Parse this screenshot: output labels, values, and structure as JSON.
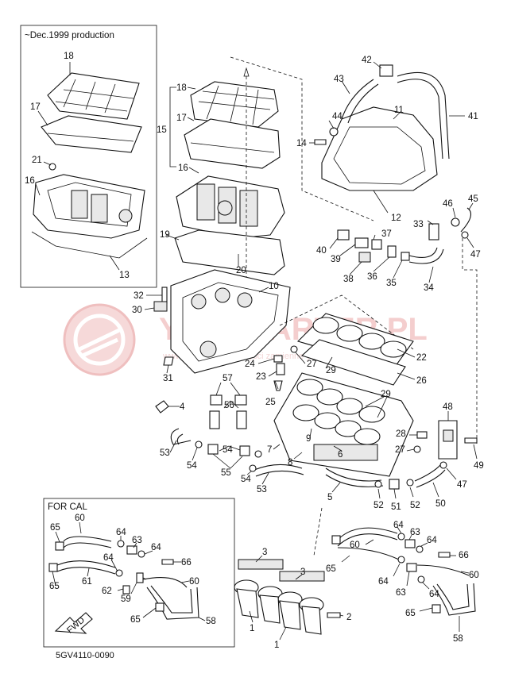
{
  "title_note": "~Dec.1999 production",
  "cal_box_title": "FOR CAL",
  "fwd_label": "FWD",
  "diagram_code": "5GV4110-0090",
  "watermark": {
    "text": "YAMAPARTER.PL",
    "sub": "www.yamaparter.pl części zamienne yamaha",
    "color": "#e7a4a4"
  },
  "callouts": {
    "c18a": "18",
    "c17a": "17",
    "c21": "21",
    "c16a": "16",
    "c13": "13",
    "c18b": "18",
    "c17b": "17",
    "c15": "15",
    "c16b": "16",
    "c19": "19",
    "c20": "20",
    "c32": "32",
    "c30": "30",
    "c10": "10",
    "c31": "31",
    "c42": "42",
    "c43": "43",
    "c11": "11",
    "c41": "41",
    "c44": "44",
    "c14": "14",
    "c12": "12",
    "c45": "45",
    "c46": "46",
    "c33": "33",
    "c47a": "47",
    "c37": "37",
    "c40": "40",
    "c39": "39",
    "c38": "38",
    "c36": "36",
    "c35": "35",
    "c34": "34",
    "c24": "24",
    "c27a": "27",
    "c29a": "29",
    "c22": "22",
    "c26": "26",
    "c23": "23",
    "c25": "25",
    "c57": "57",
    "c56": "56",
    "c4": "4",
    "c29b": "29",
    "c48": "48",
    "c28": "28",
    "c53a": "53",
    "c54a": "54",
    "c55": "55",
    "c54b": "54",
    "c9": "9",
    "c7": "7",
    "c8": "8",
    "c6": "6",
    "c27b": "27",
    "c49": "49",
    "c47b": "47",
    "c53b": "53",
    "c54c": "54",
    "c5": "5",
    "c52a": "52",
    "c51": "51",
    "c52b": "52",
    "c50": "50",
    "c60a": "60",
    "c64a": "64",
    "c63a": "63",
    "c64b": "64",
    "c65a": "65",
    "c61": "61",
    "c66a": "66",
    "c62": "62",
    "c59": "59",
    "c65b": "65",
    "c64c": "64",
    "c60b": "60",
    "c65c": "65",
    "c58a": "58",
    "c3a": "3",
    "c3b": "3",
    "c1a": "1",
    "c1b": "1",
    "c2": "2",
    "c64d": "64",
    "c63b": "63",
    "c64e": "64",
    "c60c": "60",
    "c66b": "66",
    "c65d": "65",
    "c64f": "64",
    "c63c": "63",
    "c60d": "60",
    "c64g": "64",
    "c65e": "65",
    "c58b": "58"
  }
}
